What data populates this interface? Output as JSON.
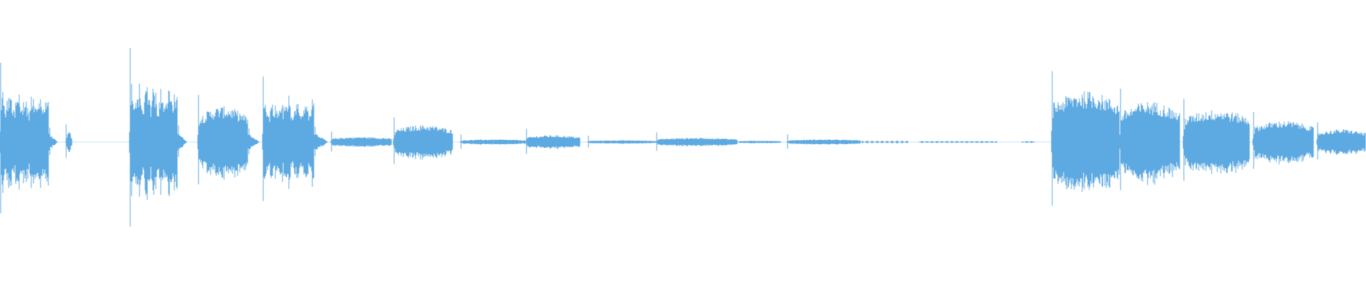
{
  "waveform": {
    "color": "#5DA9E1",
    "segments": [
      {
        "start": 0.0,
        "end": 0.036,
        "amp": 0.55,
        "style": "dense",
        "spikes": 0.6
      },
      {
        "start": 0.036,
        "end": 0.042,
        "amp": 0.1,
        "style": "decay",
        "spikes": 0.2
      },
      {
        "start": 0.048,
        "end": 0.053,
        "amp": 0.12,
        "style": "burst",
        "spikes": 0.3
      },
      {
        "start": 0.095,
        "end": 0.13,
        "amp": 0.62,
        "style": "dense",
        "spikes": 0.7
      },
      {
        "start": 0.13,
        "end": 0.137,
        "amp": 0.12,
        "style": "decay",
        "spikes": 0.2
      },
      {
        "start": 0.145,
        "end": 0.182,
        "amp": 0.42,
        "style": "smooth",
        "spikes": 0.2
      },
      {
        "start": 0.182,
        "end": 0.19,
        "amp": 0.1,
        "style": "decay",
        "spikes": 0.1
      },
      {
        "start": 0.192,
        "end": 0.23,
        "amp": 0.48,
        "style": "dense",
        "spikes": 0.5
      },
      {
        "start": 0.23,
        "end": 0.24,
        "amp": 0.12,
        "style": "decay",
        "spikes": 0.1
      },
      {
        "start": 0.242,
        "end": 0.287,
        "amp": 0.06,
        "style": "smooth",
        "spikes": 0.2
      },
      {
        "start": 0.288,
        "end": 0.332,
        "amp": 0.2,
        "style": "smooth",
        "spikes": 0.2
      },
      {
        "start": 0.337,
        "end": 0.385,
        "amp": 0.03,
        "style": "smooth",
        "spikes": 0.3
      },
      {
        "start": 0.385,
        "end": 0.425,
        "amp": 0.08,
        "style": "smooth",
        "spikes": 0.3
      },
      {
        "start": 0.43,
        "end": 0.48,
        "amp": 0.02,
        "style": "smooth",
        "spikes": 0.2
      },
      {
        "start": 0.48,
        "end": 0.54,
        "amp": 0.05,
        "style": "smooth",
        "spikes": 0.3
      },
      {
        "start": 0.54,
        "end": 0.572,
        "amp": 0.015,
        "style": "smooth",
        "spikes": 0.0
      },
      {
        "start": 0.576,
        "end": 0.63,
        "amp": 0.03,
        "style": "smooth",
        "spikes": 0.3
      },
      {
        "start": 0.63,
        "end": 0.665,
        "amp": 0.015,
        "style": "sparse",
        "spikes": 0.0
      },
      {
        "start": 0.673,
        "end": 0.73,
        "amp": 0.012,
        "style": "sparse",
        "spikes": 0.0
      },
      {
        "start": 0.748,
        "end": 0.758,
        "amp": 0.01,
        "style": "sparse",
        "spikes": 0.0
      },
      {
        "start": 0.77,
        "end": 0.82,
        "amp": 0.6,
        "style": "swell",
        "spikes": 0.3
      },
      {
        "start": 0.82,
        "end": 0.864,
        "amp": 0.48,
        "style": "smooth",
        "spikes": 0.2
      },
      {
        "start": 0.866,
        "end": 0.915,
        "amp": 0.38,
        "style": "swell",
        "spikes": 0.2
      },
      {
        "start": 0.917,
        "end": 0.962,
        "amp": 0.25,
        "style": "smooth",
        "spikes": 0.2
      },
      {
        "start": 0.964,
        "end": 1.0,
        "amp": 0.15,
        "style": "smooth",
        "spikes": 0.2
      }
    ]
  }
}
